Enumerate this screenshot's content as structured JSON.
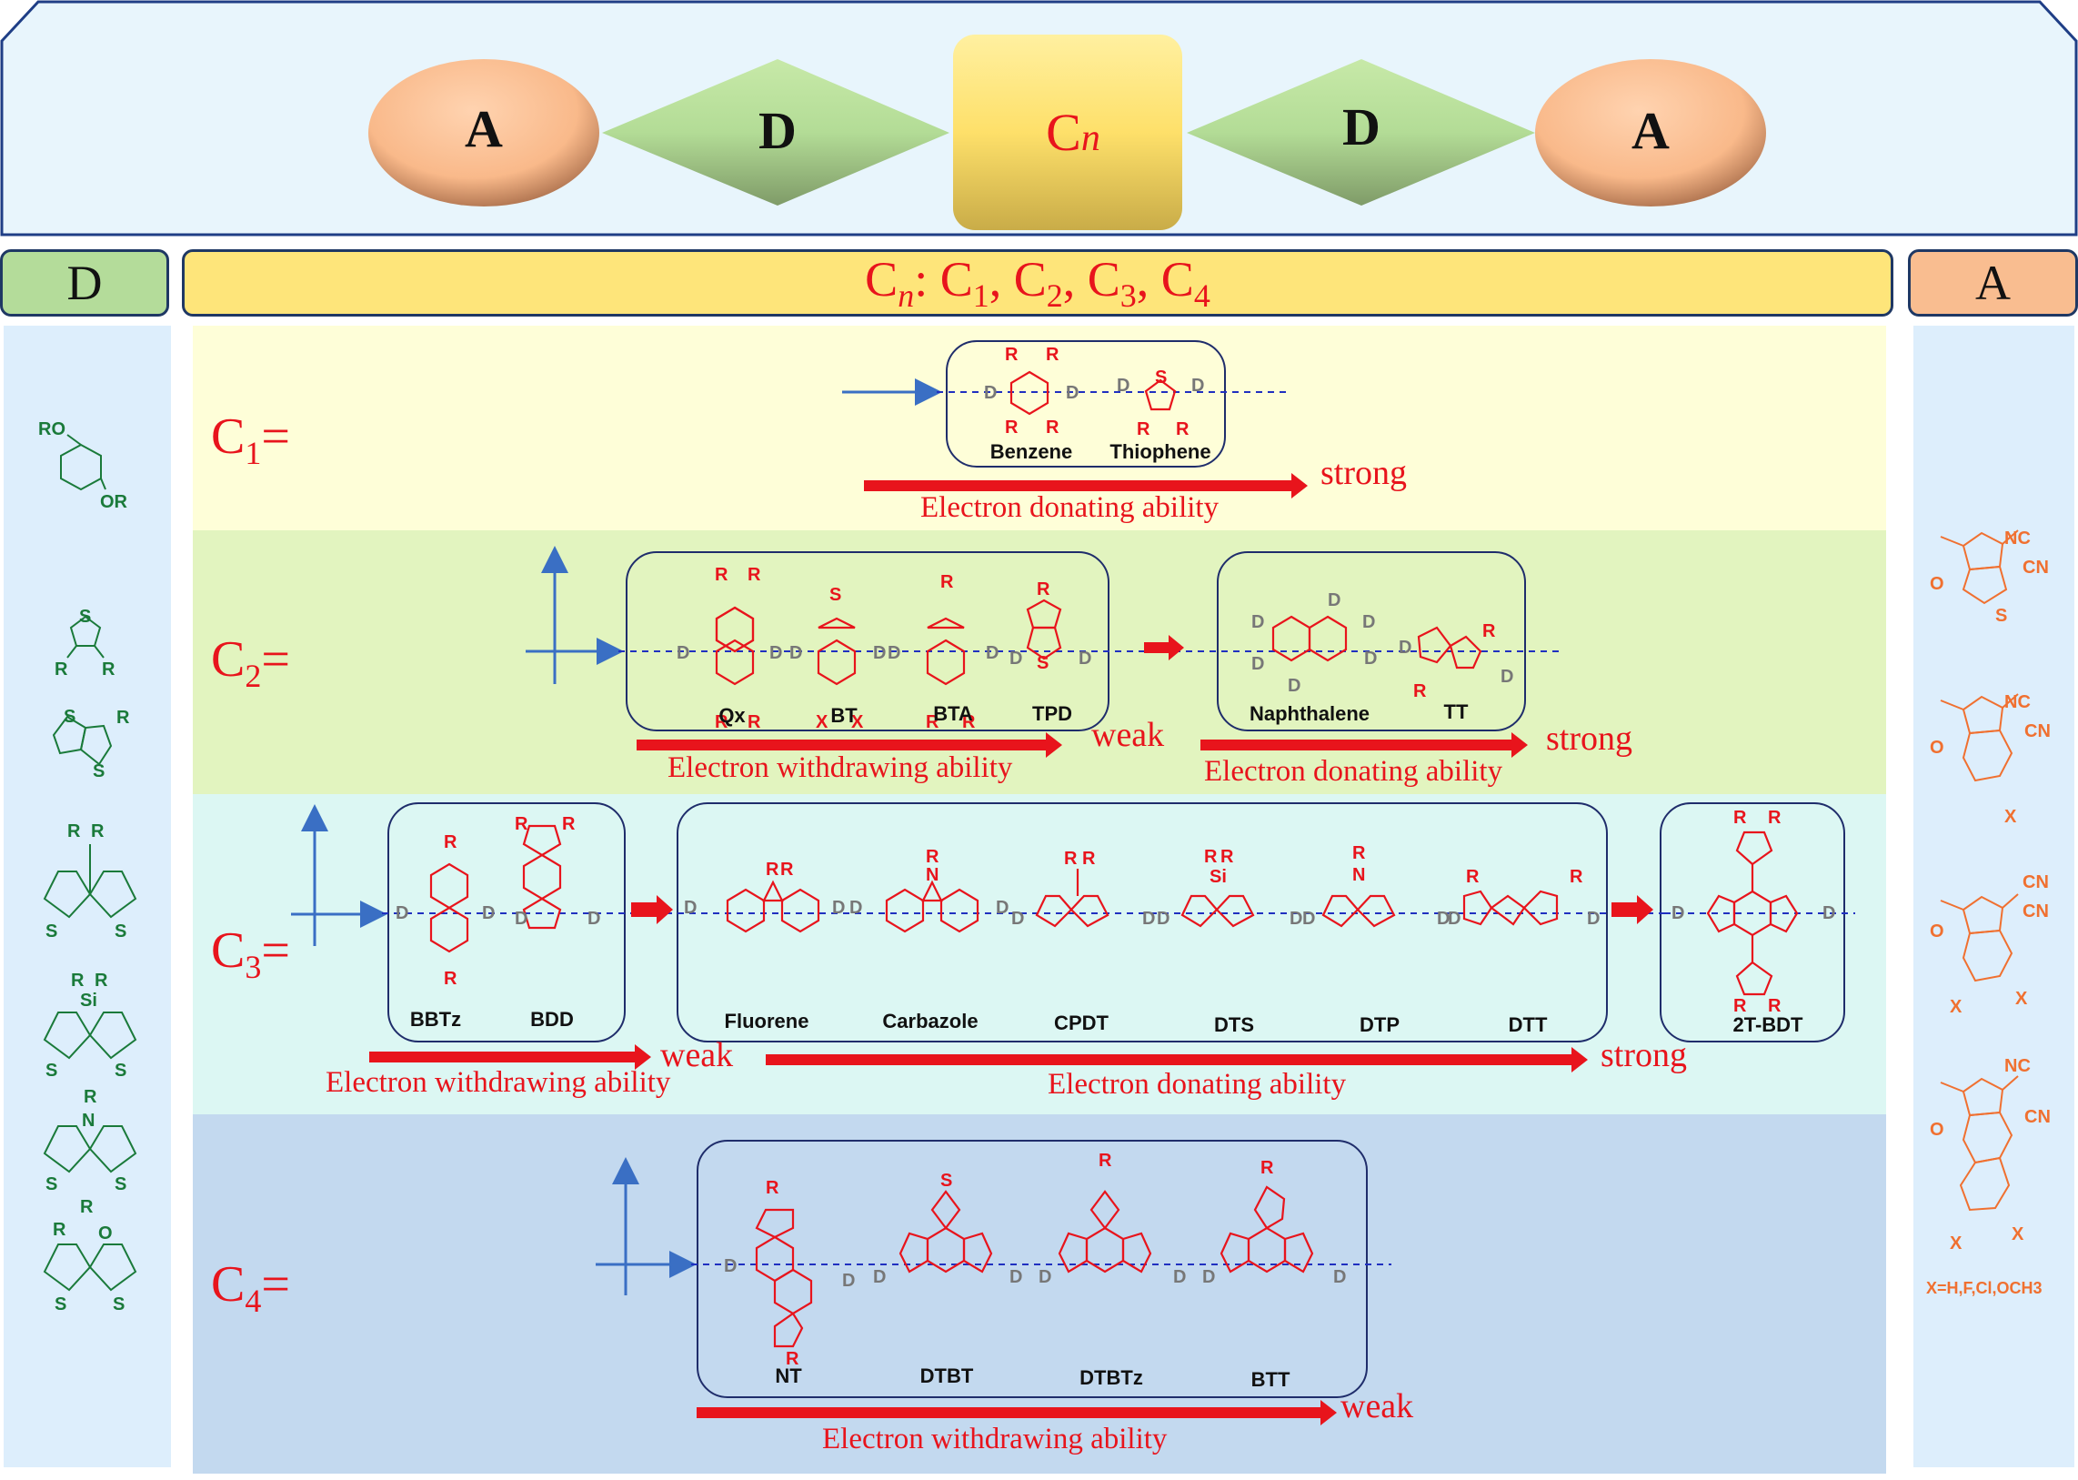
{
  "banner": {
    "shapes": [
      {
        "kind": "acceptor",
        "label": "A"
      },
      {
        "kind": "donor",
        "label": "D"
      },
      {
        "kind": "core",
        "label_main": "C",
        "label_sub": "n"
      },
      {
        "kind": "donor",
        "label": "D"
      },
      {
        "kind": "acceptor",
        "label": "A"
      }
    ]
  },
  "headers": {
    "donor": "D",
    "core_main": "C",
    "core_sub": "n",
    "core_list": [
      {
        "main": "C",
        "sub": "1"
      },
      {
        "main": "C",
        "sub": "2"
      },
      {
        "main": "C",
        "sub": "3"
      },
      {
        "main": "C",
        "sub": "4"
      }
    ],
    "acceptor": "A"
  },
  "colors": {
    "core_text": "#e8141c",
    "donor_fill": "#b4dc9a",
    "core_fill": "#fee57a",
    "acceptor_fill": "#f9bd90",
    "donor_structures": "#1a7a3a",
    "acceptor_structures": "#f07030",
    "box_border": "#1f2d6b",
    "axis_arrow": "#3a6fc4"
  },
  "donor_units": [
    {
      "atoms": [
        "RO",
        "OR"
      ]
    },
    {
      "atoms": [
        "S",
        "R",
        "R"
      ]
    },
    {
      "atoms": [
        "S",
        "S",
        "R"
      ]
    },
    {
      "atoms": [
        "R",
        "R",
        "S",
        "S"
      ]
    },
    {
      "atoms": [
        "R",
        "R",
        "Si",
        "S",
        "S"
      ]
    },
    {
      "atoms": [
        "R",
        "N",
        "S",
        "S"
      ]
    },
    {
      "atoms": [
        "R",
        "R",
        "O",
        "S",
        "S"
      ]
    }
  ],
  "acceptor_units": [
    {
      "atoms": [
        "NC",
        "CN",
        "O",
        "S"
      ]
    },
    {
      "atoms": [
        "NC",
        "CN",
        "O",
        "X"
      ]
    },
    {
      "atoms": [
        "CN",
        "CN",
        "O",
        "X",
        "X"
      ]
    },
    {
      "atoms": [
        "NC",
        "CN",
        "O",
        "X",
        "X"
      ]
    }
  ],
  "acceptor_note": "X=H,F,Cl,OCH3",
  "rows": [
    {
      "label_main": "C",
      "label_sub": "1",
      "label_suffix": "=",
      "groups": [
        {
          "molecules": [
            "Benzene",
            "Thiophene"
          ]
        }
      ],
      "arrows": [
        {
          "caption": "Electron donating ability",
          "end_label": "strong"
        }
      ]
    },
    {
      "label_main": "C",
      "label_sub": "2",
      "label_suffix": "=",
      "groups": [
        {
          "molecules": [
            "Qx",
            "BT",
            "BTA",
            "TPD"
          ]
        },
        {
          "molecules": [
            "Naphthalene",
            "TT"
          ]
        }
      ],
      "arrows": [
        {
          "caption": "Electron withdrawing ability",
          "end_label": "weak"
        },
        {
          "caption": "Electron donating ability",
          "end_label": "strong"
        }
      ]
    },
    {
      "label_main": "C",
      "label_sub": "3",
      "label_suffix": "=",
      "groups": [
        {
          "molecules": [
            "BBTz",
            "BDD"
          ]
        },
        {
          "molecules": [
            "Fluorene",
            "Carbazole",
            "CPDT",
            "DTS",
            "DTP",
            "DTT"
          ]
        },
        {
          "molecules": [
            "2T-BDT"
          ]
        }
      ],
      "arrows": [
        {
          "caption": "Electron withdrawing ability",
          "end_label": "weak"
        },
        {
          "caption": "Electron donating ability",
          "end_label": "strong"
        }
      ]
    },
    {
      "label_main": "C",
      "label_sub": "4",
      "label_suffix": "=",
      "groups": [
        {
          "molecules": [
            "NT",
            "DTBT",
            "DTBTz",
            "BTT"
          ]
        }
      ],
      "arrows": [
        {
          "caption": "Electron withdrawing ability",
          "end_label": "weak"
        }
      ]
    }
  ],
  "atom_labels": {
    "R": "R",
    "D": "D",
    "S": "S",
    "N": "N",
    "O": "O",
    "X": "X",
    "Si": "Si"
  }
}
